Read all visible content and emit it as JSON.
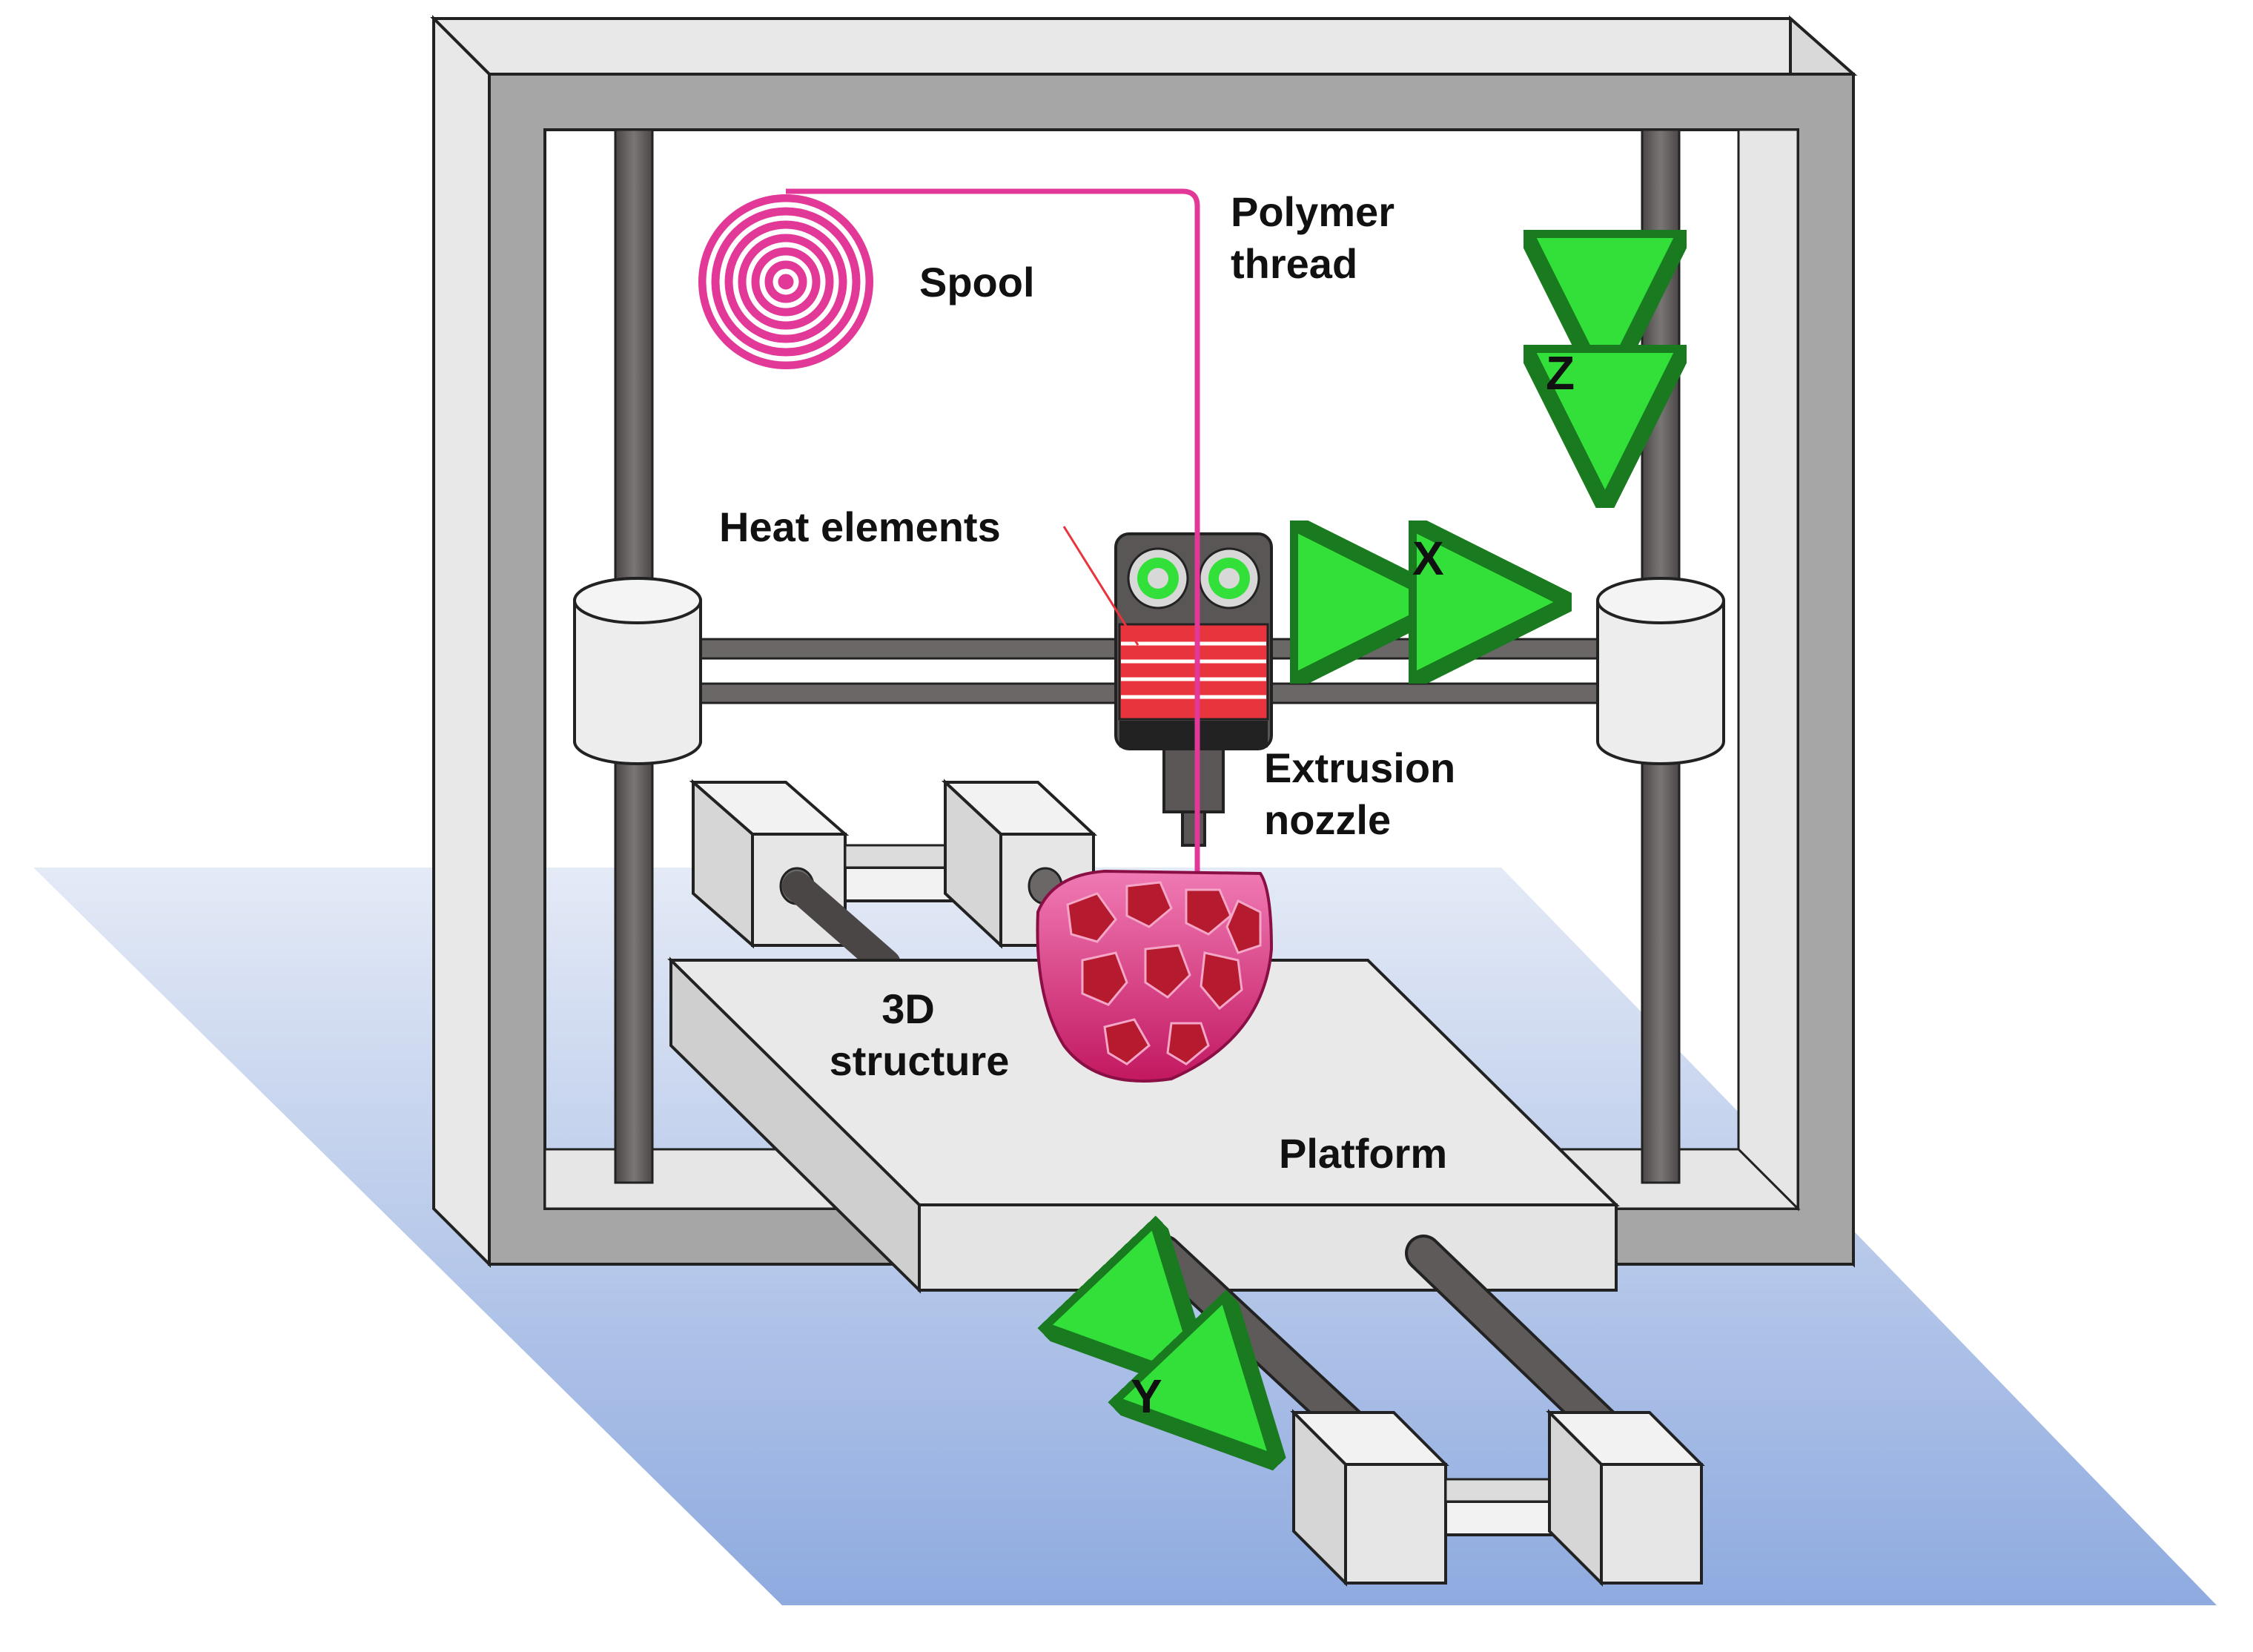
{
  "diagram": {
    "labels": {
      "spool": "Spool",
      "polymer_thread_line1": "Polymer",
      "polymer_thread_line2": "thread",
      "heat_elements": "Heat elements",
      "extrusion_nozzle_line1": "Extrusion",
      "extrusion_nozzle_line2": "nozzle",
      "structure_line1": "3D",
      "structure_line2": "structure",
      "platform": "Platform"
    },
    "axes": {
      "x": "X",
      "y": "Y",
      "z": "Z"
    },
    "colors": {
      "frame_face": "#a6a6a6",
      "frame_side": "#e8e8e8",
      "rod": "#6b6767",
      "filament": "#e23898",
      "heater": "#e8343c",
      "arrow": "#33e03a",
      "floor_top": "#e4eaf6",
      "floor_bottom": "#8eaadf"
    }
  }
}
